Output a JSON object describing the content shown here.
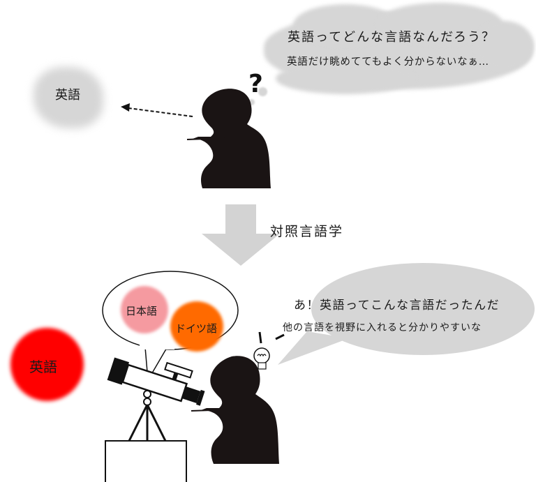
{
  "top_scene": {
    "thought_bubble": {
      "line1": "英語ってどんな言語なんだろう？",
      "line2": "英語だけ眺めててもよく分からないなぁ…"
    },
    "question_mark": "?",
    "english_cloud_label": "英語",
    "arrow": "dashed-arrow-left"
  },
  "transition": {
    "arrow": "down-arrow",
    "label": "対照言語学"
  },
  "bottom_scene": {
    "speech_bubble": {
      "line1": "あ！英語ってこんな言語だったんだ",
      "line2": "他の言語を視野に入れると分かりやすいな"
    },
    "telescope_bubble": {
      "japanese_label": "日本語",
      "german_label": "ドイツ語"
    },
    "english_circle_label": "英語",
    "colors": {
      "english": "#ff0000",
      "japanese": "#f59aa0",
      "german": "#ff6a00",
      "bubble_gray": "#d6d6d6",
      "arrow_gray": "#d3d3d3",
      "silhouette": "#1a1414"
    }
  }
}
